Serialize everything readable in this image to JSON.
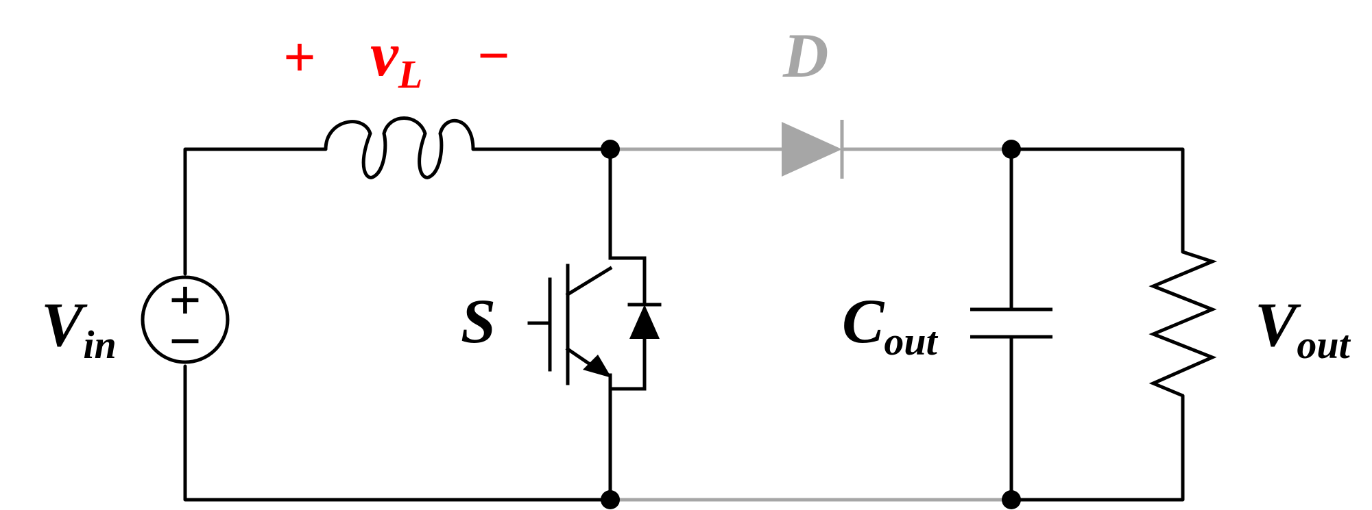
{
  "labels": {
    "vin_main": "V",
    "vin_sub": "in",
    "vl_main": "v",
    "vl_sub": "L",
    "vl_plus": "+",
    "vl_minus": "−",
    "diode": "D",
    "switch": "S",
    "cout_main": "C",
    "cout_sub": "out",
    "vout_main": "V",
    "vout_sub": "out"
  },
  "source_symbols": {
    "plus": "+",
    "minus": "−"
  },
  "colors": {
    "wire": "#000000",
    "highlight": "#ff0000",
    "inactive": "#a6a6a6"
  }
}
